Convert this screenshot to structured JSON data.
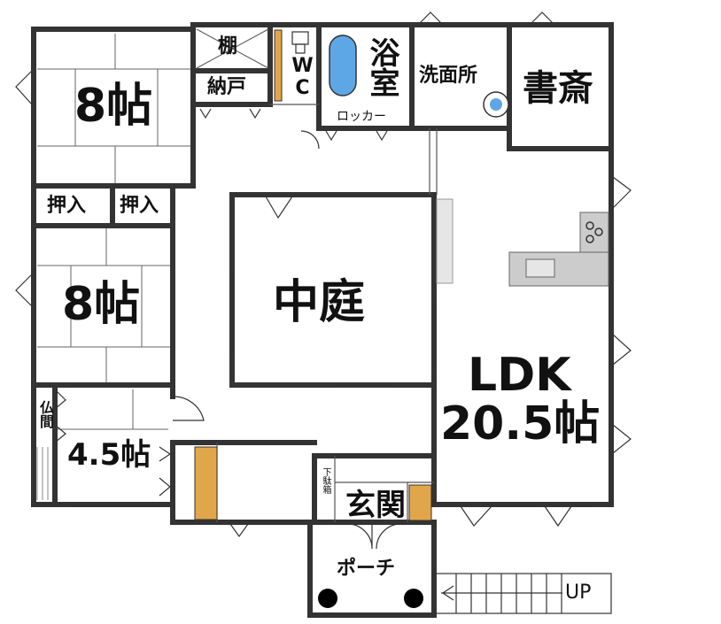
{
  "rooms": {
    "tatami_top": "8帖",
    "oshiire_left": "押入",
    "oshiire_right": "押入",
    "tatami_mid": "8帖",
    "butsuma": "仏間",
    "tatami_small": "4.5帖",
    "tana": "棚",
    "nando": "納戸",
    "wc": "WC",
    "bath": "浴室",
    "senmen": "洗面所",
    "shosai": "書斎",
    "locker": "ロッカー",
    "nakaniwa": "中庭",
    "ldk": "LDK",
    "ldk_size": "20.5帖",
    "geta": "下駄箱",
    "genkan": "玄関",
    "porch": "ポーチ",
    "up": "UP"
  },
  "colors": {
    "wall": "#333333",
    "wood": "#e2a64a",
    "counter": "#cccccc",
    "tub": "#5ea7e6",
    "background": "#ffffff"
  }
}
